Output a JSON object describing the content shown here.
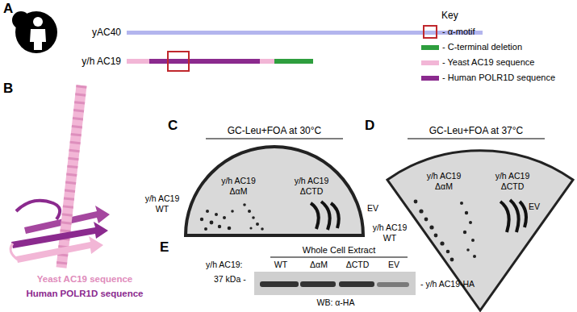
{
  "diagram": {
    "labels": [
      "yAC40",
      "y/h AC19",
      "Key",
      "Yeast AC19 sequence",
      "Human POLR1D sequence",
      "GC-Leu+FOA at 30°C",
      "y/h AC19 ΔαM",
      "y/h AC19 ΔCTD",
      "y/h AC19 WT",
      "EV",
      "GC-Leu+FOA at 37°C",
      "y/h AC19 ΔαM",
      "y/h AC19 ΔCTD",
      "y/h AC19 WT",
      "EV",
      "Whole Cell Extract",
      "y/h AC19:",
      "WT",
      "ΔαM",
      "ΔCTD",
      "EV",
      "37 kDa -",
      "- y/h AC19-HA",
      "WB: α-HA",
      "A",
      "B",
      "C",
      "D",
      "E"
    ],
    "legend": [
      {
        "text": "- α-motif"
      },
      {
        "text": "- C-terminal deletion",
        "color": "#2e9e3e"
      },
      {
        "text": "- Yeast AC19 sequence",
        "color": "#f2b6d6"
      },
      {
        "text": "- Human POLR1D sequence",
        "color": "#8b2a8e"
      }
    ]
  }
}
